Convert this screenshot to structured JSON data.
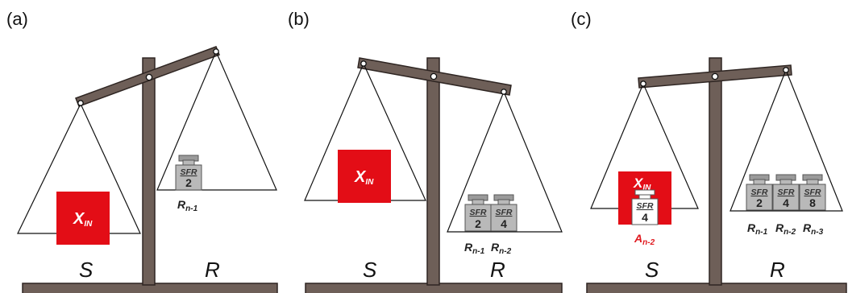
{
  "panels": [
    {
      "label": "(a)",
      "left_label": "S",
      "right_label": "R",
      "x_in": {
        "main": "X",
        "sub": "IN"
      },
      "right_weights": [
        {
          "label": "SFR",
          "value": "2",
          "caption_main": "R",
          "caption_sub": "n-1"
        }
      ]
    },
    {
      "label": "(b)",
      "left_label": "S",
      "right_label": "R",
      "x_in": {
        "main": "X",
        "sub": "IN"
      },
      "right_weights": [
        {
          "label": "SFR",
          "value": "2",
          "caption_main": "R",
          "caption_sub": "n-1"
        },
        {
          "label": "SFR",
          "value": "4",
          "caption_main": "R",
          "caption_sub": "n-2"
        }
      ]
    },
    {
      "label": "(c)",
      "left_label": "S",
      "right_label": "R",
      "x_in": {
        "main": "X",
        "sub": "IN"
      },
      "left_weight": {
        "label": "SFR",
        "value": "4",
        "caption_main": "A",
        "caption_sub": "n-2"
      },
      "right_weights": [
        {
          "label": "SFR",
          "value": "2",
          "caption_main": "R",
          "caption_sub": "n-1"
        },
        {
          "label": "SFR",
          "value": "4",
          "caption_main": "R",
          "caption_sub": "n-2"
        },
        {
          "label": "SFR",
          "value": "8",
          "caption_main": "R",
          "caption_sub": "n-3"
        }
      ]
    }
  ],
  "colors": {
    "x_in_fill": "#e30d16",
    "beam": "#6e5f58",
    "weight": "#b9b9b9",
    "a_label": "#e0191f"
  }
}
